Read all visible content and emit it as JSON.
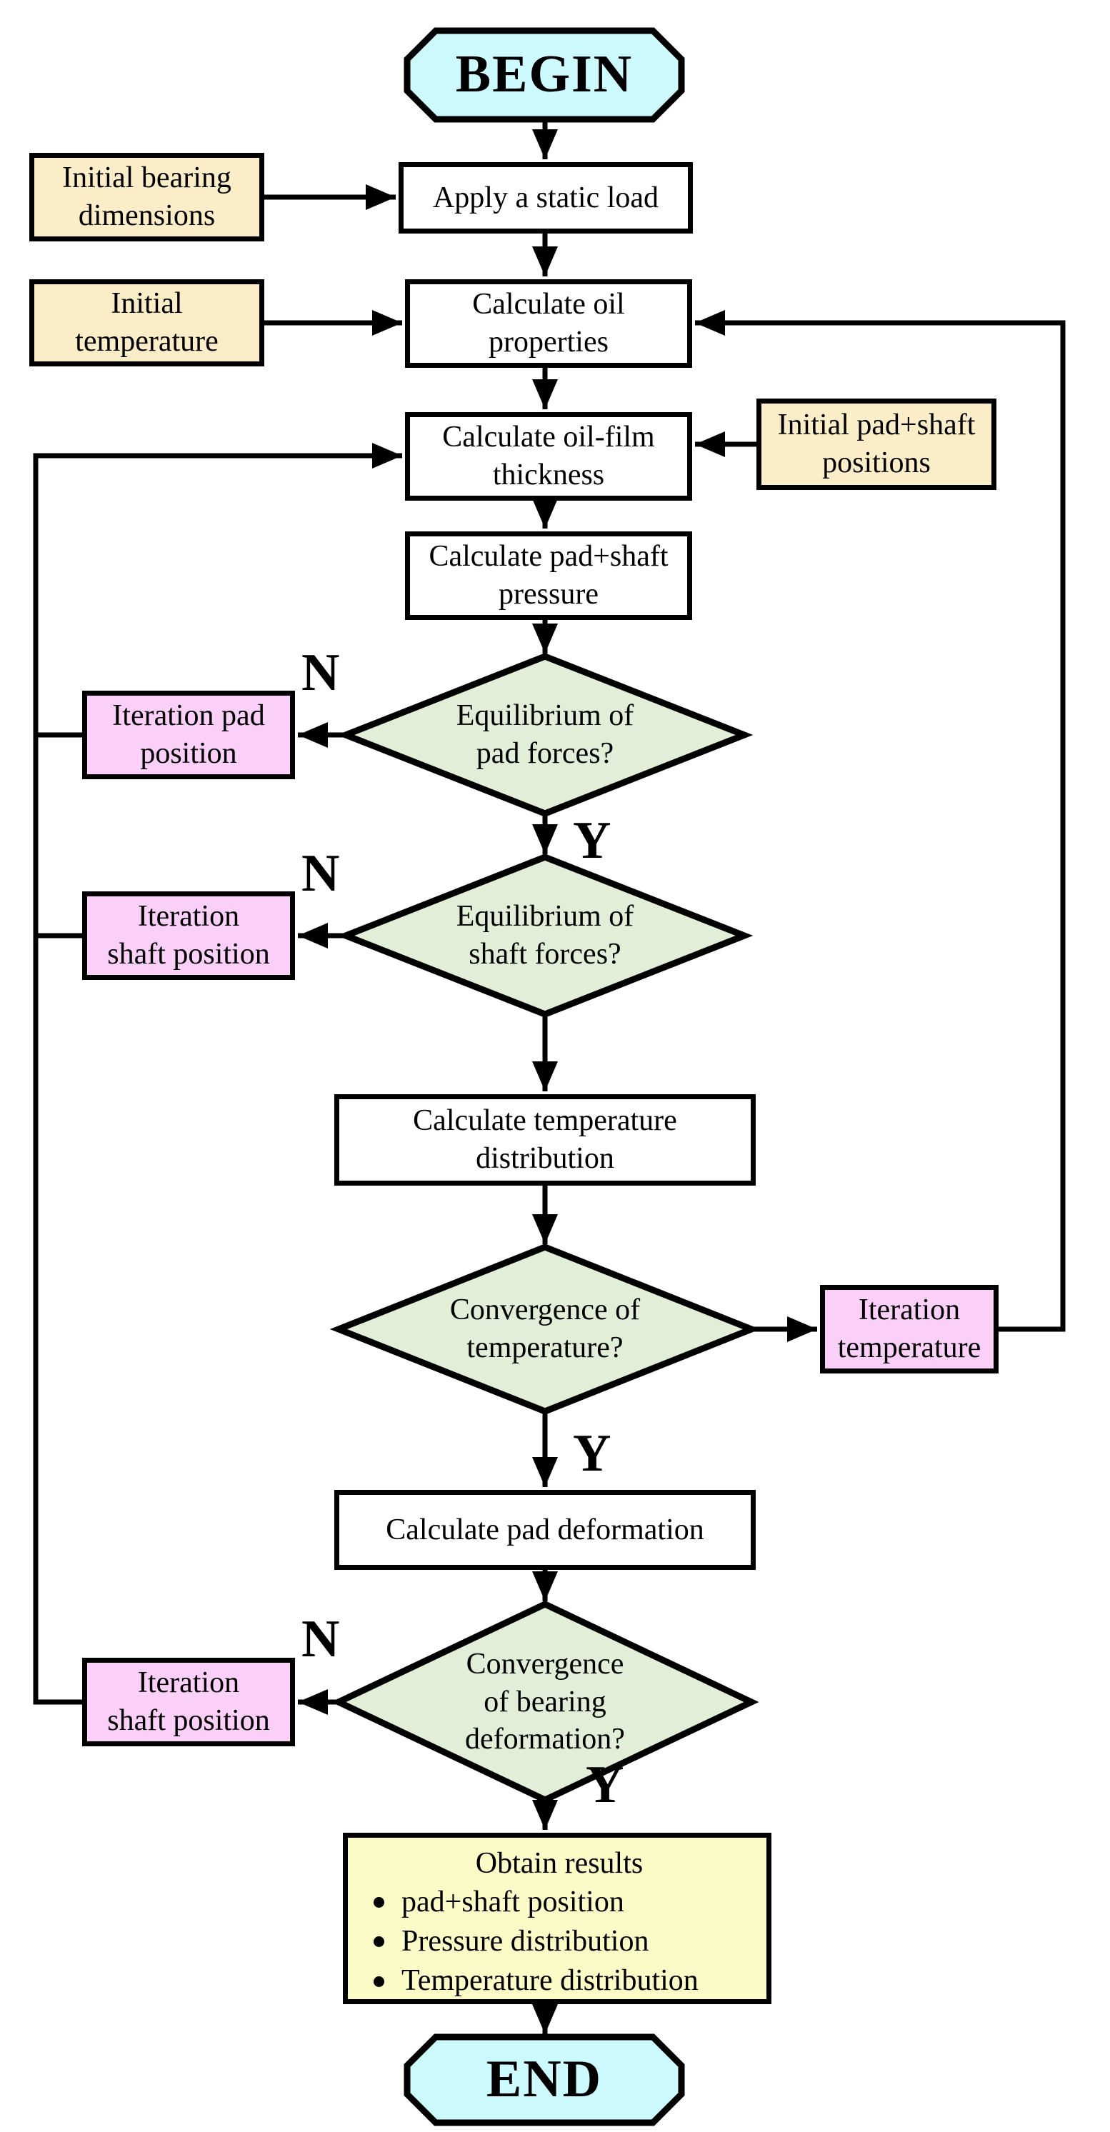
{
  "colors": {
    "terminator": "#ccfaff",
    "input": "#fbedc8",
    "process": "#ffffff",
    "decision": "#e3eed9",
    "iteration": "#fbd0f8",
    "result": "#fbfbc8",
    "line": "#000000"
  },
  "nodes": {
    "begin": "BEGIN",
    "apply_load": "Apply a static load",
    "initial_bearing": "Initial bearing\ndimensions",
    "calc_oil_properties": "Calculate oil\nproperties",
    "initial_temperature": "Initial\ntemperature",
    "calc_oil_film": "Calculate oil-film\nthickness",
    "initial_pad_shaft": "Initial pad+shaft\npositions",
    "calc_pressure": "Calculate pad+shaft\npressure",
    "equilibrium_pad": "Equilibrium of\npad forces?",
    "iteration_pad": "Iteration pad\nposition",
    "equilibrium_shaft": "Equilibrium of\nshaft forces?",
    "iteration_shaft_1": "Iteration\nshaft position",
    "calc_temperature_dist": "Calculate temperature\ndistribution",
    "convergence_temp": "Convergence of\ntemperature?",
    "iteration_temperature": "Iteration\ntemperature",
    "calc_pad_deformation": "Calculate pad deformation",
    "convergence_bearing": "Convergence\nof bearing\ndeformation?",
    "iteration_shaft_2": "Iteration\nshaft position",
    "results_title": "Obtain results",
    "results_bullets": [
      "pad+shaft position",
      "Pressure distribution",
      "Temperature distribution"
    ],
    "end": "END"
  },
  "branch_labels": {
    "pad_forces_no": "N",
    "pad_forces_yes": "Y",
    "shaft_forces_no": "N",
    "temperature_yes": "Y",
    "bearing_no": "N",
    "bearing_yes": "Y"
  }
}
